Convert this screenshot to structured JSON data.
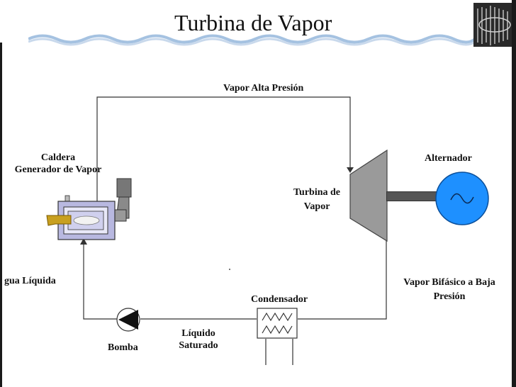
{
  "title": "Turbina de Vapor",
  "labels": {
    "high_pressure_steam": "Vapor Alta Presión",
    "boiler_line1": "Caldera",
    "boiler_line2": "Generador de Vapor",
    "turbine_line1": "Turbina de",
    "turbine_line2": "Vapor",
    "alternator": "Alternador",
    "liquid_water": "gua Líquida",
    "two_phase_line1": "Vapor Bifásico a Baja",
    "two_phase_line2": "Presión",
    "condenser": "Condensador",
    "pump": "Bomba",
    "saturated_line1": "Líquido",
    "saturated_line2": "Saturado"
  },
  "colors": {
    "frame": "#1a1a1a",
    "turbine": "#9a9a9a",
    "alternator": "#1e90ff",
    "boiler_fill": "#b8b8e0",
    "burner": "#c8a020",
    "line": "#333333"
  },
  "icons": {
    "header_image": "turbine-rotor-photo",
    "alternator_symbol": "sine-wave-icon",
    "pump_symbol": "pump-triangle-icon"
  }
}
